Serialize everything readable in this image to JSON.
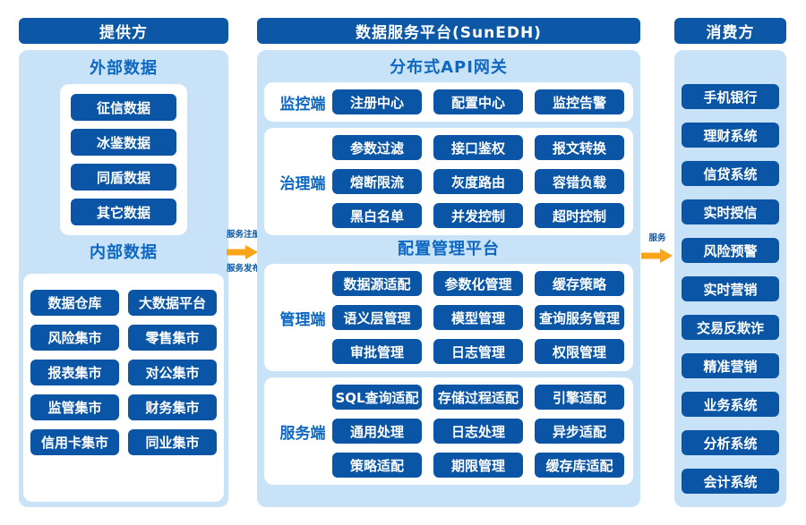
{
  "colors": {
    "header_bg": "#0C57A6",
    "panel_bg": "#C8E2F7",
    "button_bg": "#0B55A6",
    "title_text": "#0E67C0",
    "arrow_orange": "#F9A51C",
    "white_box": "#FFFFFF"
  },
  "provider": {
    "header": "提供方",
    "external": {
      "title": "外部数据",
      "items": [
        "征信数据",
        "冰鉴数据",
        "同盾数据",
        "其它数据"
      ]
    },
    "internal": {
      "title": "内部数据",
      "items": [
        "数据仓库",
        "大数据平台",
        "风险集市",
        "零售集市",
        "报表集市",
        "对公集市",
        "监管集市",
        "财务集市",
        "信用卡集市",
        "同业集市"
      ]
    }
  },
  "platform": {
    "header": "数据服务平台(SunEDH)",
    "sections": [
      {
        "title": "分布式API网关",
        "groups": [
          {
            "label": "监控端",
            "items": [
              "注册中心",
              "配置中心",
              "监控告警"
            ]
          },
          {
            "label": "治理端",
            "items": [
              "参数过滤",
              "接口鉴权",
              "报文转换",
              "熔断限流",
              "灰度路由",
              "容错负载",
              "黑白名单",
              "并发控制",
              "超时控制"
            ]
          }
        ]
      },
      {
        "title": "配置管理平台",
        "groups": [
          {
            "label": "管理端",
            "items": [
              "数据源适配",
              "参数化管理",
              "缓存策略",
              "语义层管理",
              "模型管理",
              "查询服务管理",
              "审批管理",
              "日志管理",
              "权限管理"
            ]
          },
          {
            "label": "服务端",
            "items": [
              "SQL查询适配",
              "存储过程适配",
              "引擎适配",
              "通用处理",
              "日志处理",
              "异步适配",
              "策略适配",
              "期限管理",
              "缓存库适配"
            ]
          }
        ]
      }
    ]
  },
  "consumer": {
    "header": "消费方",
    "items": [
      "手机银行",
      "理财系统",
      "信贷系统",
      "实时授信",
      "风险预警",
      "实时营销",
      "交易反欺诈",
      "精准营销",
      "业务系统",
      "分析系统",
      "会计系统"
    ]
  },
  "arrows": {
    "register_label": "服务注册",
    "publish_label": "服务发布",
    "service_label": "服务"
  }
}
